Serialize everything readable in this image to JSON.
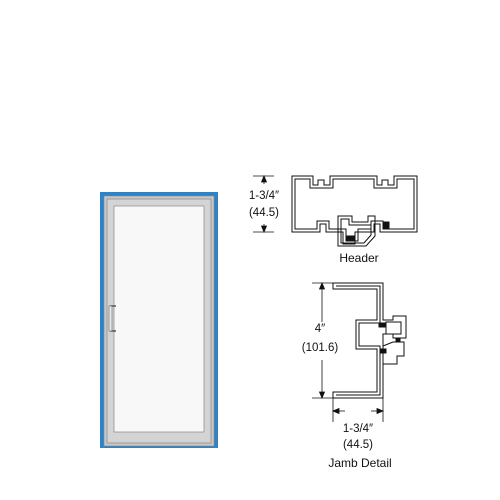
{
  "header_detail": {
    "caption": "Header",
    "height_fraction": "1-3/4″",
    "height_metric": "(44.5)"
  },
  "jamb_detail": {
    "caption": "Jamb Detail",
    "depth_fraction": "4″",
    "depth_metric": "(101.6)",
    "width_fraction": "1-3/4″",
    "width_metric": "(44.5)"
  },
  "colors": {
    "frame_blue": "#2f83c4",
    "frame_gray": "#c8c8c8",
    "glass": "#f8f8f8",
    "line": "#111111"
  }
}
